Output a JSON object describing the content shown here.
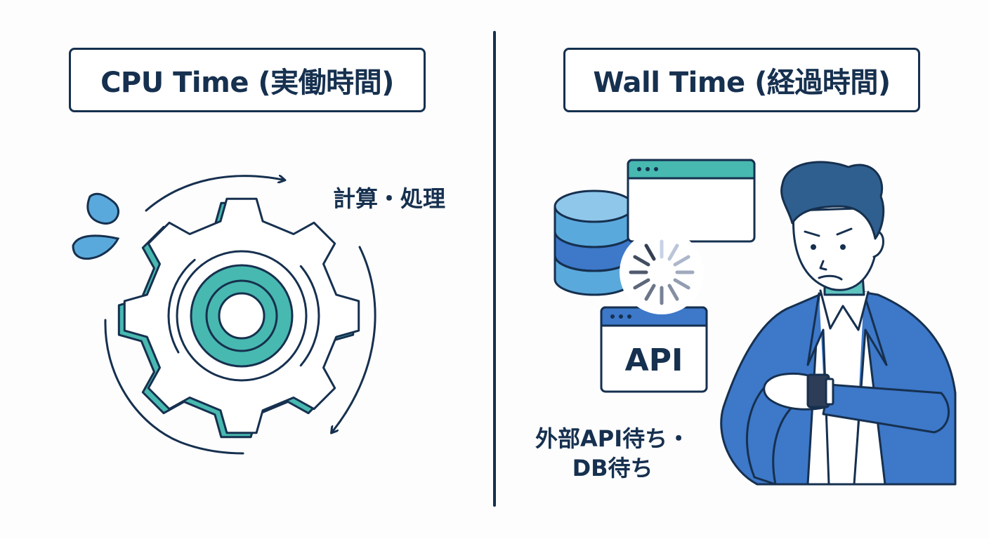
{
  "left_panel": {
    "title": "CPU Time (実働時間)",
    "caption": "計算・処理",
    "icons": [
      "gear-icon",
      "sweat-drops-icon",
      "rotation-arrows-icon"
    ]
  },
  "right_panel": {
    "title": "Wall Time (経過時間)",
    "api_label": "API",
    "caption_line1": "外部API待ち・",
    "caption_line2": "DB待ち",
    "icons": [
      "database-icon",
      "browser-window-icon",
      "loading-spinner-icon",
      "api-window-icon",
      "businessman-checking-watch-icon"
    ]
  },
  "colors": {
    "navy": "#16304f",
    "teal": "#48b9b0",
    "blue": "#3d78c9",
    "light_blue": "#5aa9dc"
  }
}
